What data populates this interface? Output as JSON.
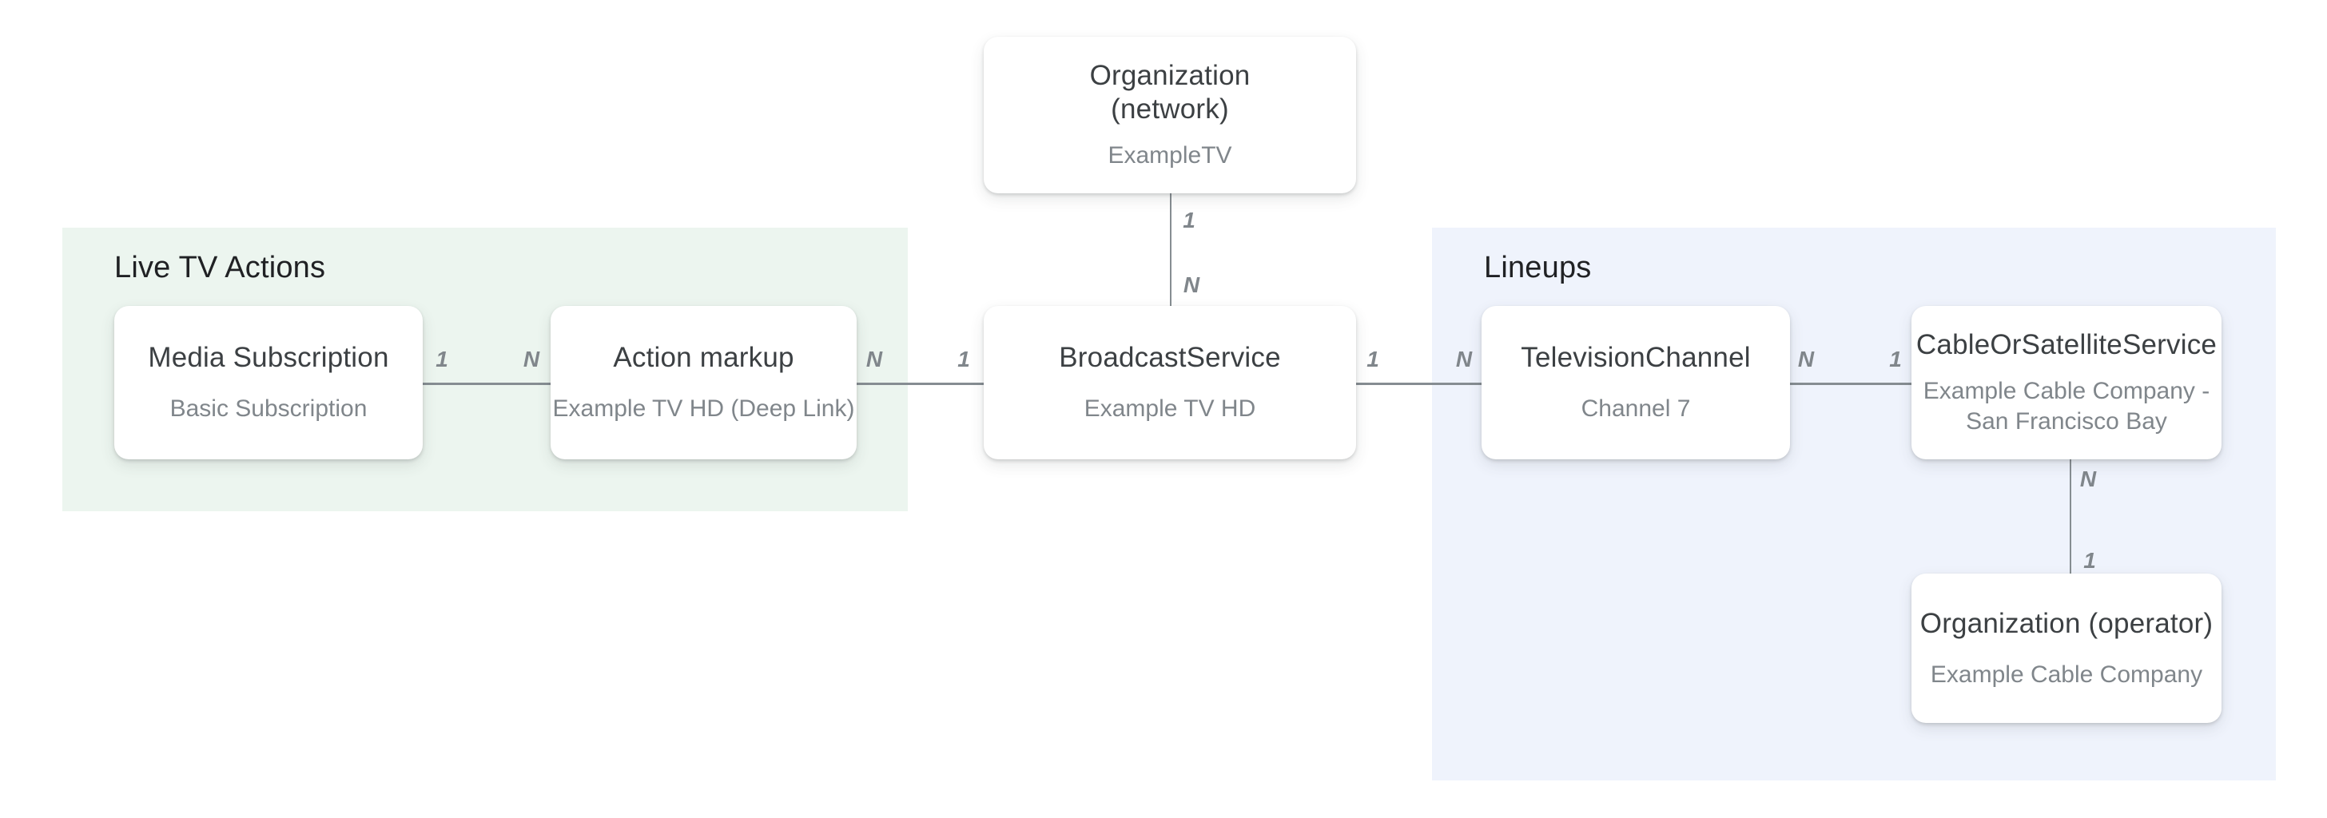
{
  "diagram": {
    "colors": {
      "page_bg": "#ffffff",
      "live_tv_region_bg": "#ecf5ef",
      "lineups_region_bg": "#eff3fc",
      "card_bg": "#ffffff",
      "card_title": "#3c4043",
      "card_subtitle": "#80868b",
      "section_title": "#202124",
      "connector": "#868d92"
    },
    "regions": [
      {
        "id": "live-tv-actions",
        "title": "Live TV Actions"
      },
      {
        "id": "lineups",
        "title": "Lineups"
      }
    ],
    "nodes": [
      {
        "id": "organization-network",
        "title": "Organization (network)",
        "title_lines": [
          "Organization",
          "(network)"
        ],
        "subtitle": "ExampleTV",
        "subtitle_lines": [
          "ExampleTV"
        ]
      },
      {
        "id": "media-subscription",
        "title": "Media Subscription",
        "title_lines": [
          "Media Subscription"
        ],
        "subtitle": "Basic Subscription",
        "subtitle_lines": [
          "Basic Subscription"
        ]
      },
      {
        "id": "action-markup",
        "title": "Action markup",
        "title_lines": [
          "Action markup"
        ],
        "subtitle": "Example TV HD (Deep Link)",
        "subtitle_lines": [
          "Example TV HD (Deep Link)"
        ]
      },
      {
        "id": "broadcast-service",
        "title": "BroadcastService",
        "title_lines": [
          "BroadcastService"
        ],
        "subtitle": "Example TV HD",
        "subtitle_lines": [
          "Example TV HD"
        ]
      },
      {
        "id": "television-channel",
        "title": "TelevisionChannel",
        "title_lines": [
          "TelevisionChannel"
        ],
        "subtitle": "Channel 7",
        "subtitle_lines": [
          "Channel 7"
        ]
      },
      {
        "id": "cable-or-satellite-service",
        "title": "CableOrSatelliteService",
        "title_lines": [
          "CableOrSatelliteService"
        ],
        "subtitle": "Example Cable Company - San Francisco Bay",
        "subtitle_lines": [
          "Example Cable Company -",
          "San Francisco Bay"
        ]
      },
      {
        "id": "organization-operator",
        "title": "Organization (operator)",
        "title_lines": [
          "Organization (operator)"
        ],
        "subtitle": "Example Cable Company",
        "subtitle_lines": [
          "Example Cable Company"
        ]
      }
    ],
    "edges": [
      {
        "id": "network-to-broadcast",
        "from": "organization-network",
        "to": "broadcast-service",
        "orientation": "vertical",
        "from_label": "1",
        "to_label": "N"
      },
      {
        "id": "mediasub-to-action",
        "from": "media-subscription",
        "to": "action-markup",
        "orientation": "horizontal",
        "from_label": "1",
        "to_label": "N"
      },
      {
        "id": "action-to-broadcast",
        "from": "action-markup",
        "to": "broadcast-service",
        "orientation": "horizontal",
        "from_label": "N",
        "to_label": "1"
      },
      {
        "id": "broadcast-to-tvchannel",
        "from": "broadcast-service",
        "to": "television-channel",
        "orientation": "horizontal",
        "from_label": "1",
        "to_label": "N"
      },
      {
        "id": "tvchannel-to-cable",
        "from": "television-channel",
        "to": "cable-or-satellite-service",
        "orientation": "horizontal",
        "from_label": "N",
        "to_label": "1"
      },
      {
        "id": "cable-to-operator",
        "from": "cable-or-satellite-service",
        "to": "organization-operator",
        "orientation": "vertical",
        "from_label": "N",
        "to_label": "1"
      }
    ]
  }
}
